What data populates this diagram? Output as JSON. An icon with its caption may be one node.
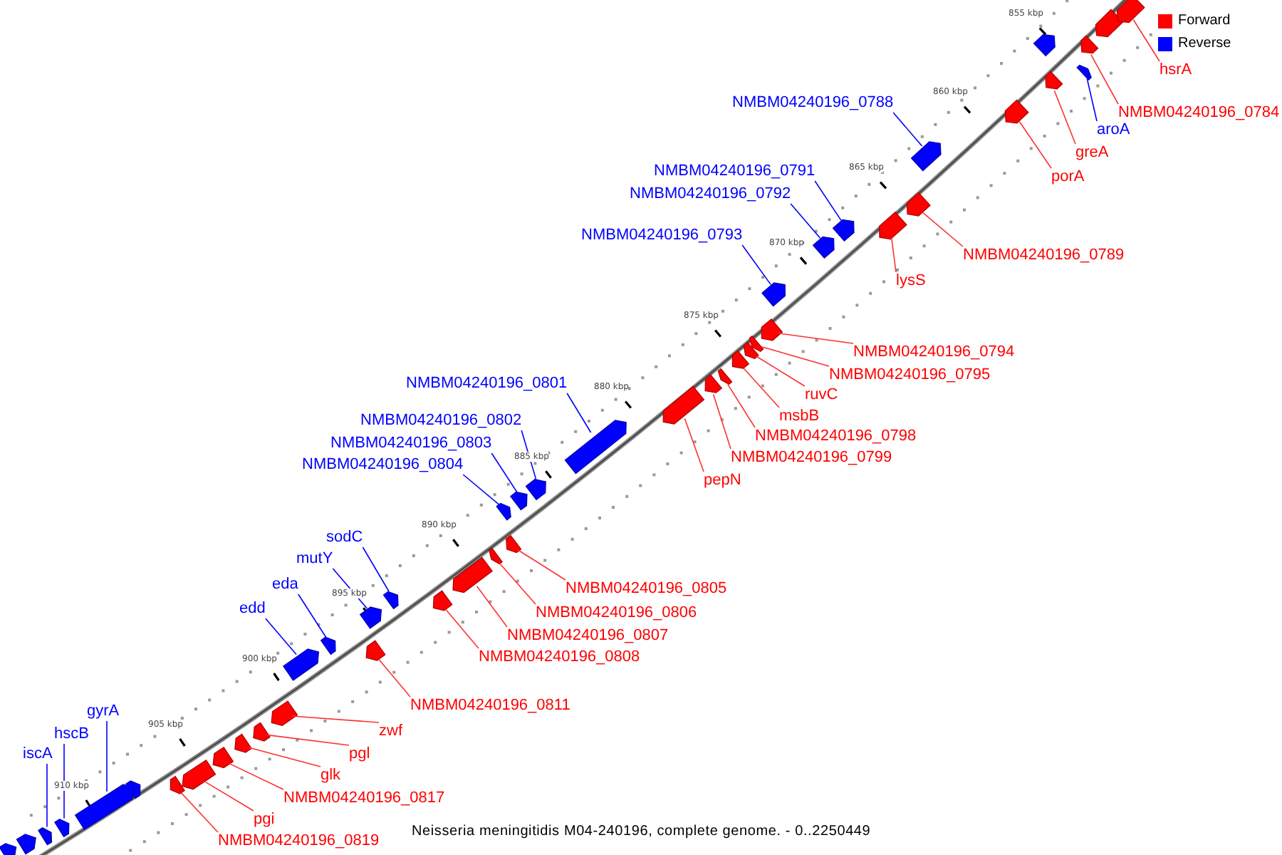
{
  "diagram": {
    "caption": "Neisseria meningitidis M04-240196, complete genome. - 0..2250449",
    "nodes": [
      {
        "text": [
          "hsrA"
        ]
      },
      {
        "text": [],
        "shape": "arrow"
      },
      {
        "text": [
          "NMBM04240196_0784"
        ]
      },
      {
        "text": [],
        "shape": "arrow"
      },
      {
        "text": [
          "NMBM04240196_0788"
        ]
      },
      {
        "text": [],
        "shape": "arrow"
      },
      {
        "text": [
          "aroA"
        ]
      },
      {
        "text": [],
        "shape": "arrow"
      },
      {
        "text": [
          "greA"
        ]
      },
      {
        "text": [],
        "shape": "arrow"
      },
      {
        "text": [
          "porA"
        ]
      },
      {
        "text": [],
        "shape": "arrow"
      },
      {
        "text": [
          "NMBM04240196_0791"
        ]
      },
      {
        "text": [],
        "shape": "arrow"
      },
      {
        "text": [
          "NMBM04240196_0792"
        ]
      },
      {
        "text": [],
        "shape": "arrow"
      },
      {
        "text": [
          "NMBM04240196_0793"
        ]
      },
      {
        "text": [],
        "shape": "arrow"
      },
      {
        "text": [
          "NMBM04240196_0789"
        ]
      },
      {
        "text": [],
        "shape": "arrow"
      },
      {
        "text": [
          "lysS"
        ]
      },
      {
        "text": [],
        "shape": "arrow"
      },
      {
        "text": [
          "NMBM04240196_0794"
        ]
      },
      {
        "text": [],
        "shape": "arrow"
      },
      {
        "text": [
          "NMBM04240196_0795"
        ]
      },
      {
        "text": [],
        "shape": "arrow"
      },
      {
        "text": [
          "ruvC"
        ]
      },
      {
        "text": [],
        "shape": "arrow"
      },
      {
        "text": [
          "NMBM04240196_0801"
        ]
      },
      {
        "text": [],
        "shape": "arrow"
      },
      {
        "text": [
          "msbB"
        ]
      },
      {
        "text": [],
        "shape": "arrow"
      },
      {
        "text": [
          "NMBM04240196_0798"
        ]
      },
      {
        "text": [],
        "shape": "arrow"
      },
      {
        "text": [
          "NMBM04240196_0802"
        ]
      },
      {
        "text": [],
        "shape": "arrow"
      },
      {
        "text": [
          "NMBM04240196_0799"
        ]
      },
      {
        "text": [],
        "shape": "arrow"
      },
      {
        "text": [
          "NMBM04240196_0803"
        ]
      },
      {
        "text": [],
        "shape": "arrow"
      },
      {
        "text": [
          "NMBM04240196_0804"
        ]
      },
      {
        "text": [],
        "shape": "arrow"
      },
      {
        "text": [
          "pepN"
        ]
      },
      {
        "text": [],
        "shape": "arrow"
      },
      {
        "text": [
          "sodC"
        ]
      },
      {
        "text": [],
        "shape": "arrow"
      },
      {
        "text": [
          "mutY"
        ]
      },
      {
        "text": [],
        "shape": "arrow"
      },
      {
        "text": [
          "NMBM04240196_0805"
        ]
      },
      {
        "text": [],
        "shape": "arrow"
      },
      {
        "text": [
          "eda"
        ]
      },
      {
        "text": [],
        "shape": "arrow"
      },
      {
        "text": [
          "NMBM04240196_0806"
        ]
      },
      {
        "text": [],
        "shape": "arrow"
      },
      {
        "text": [
          "edd"
        ]
      },
      {
        "text": [],
        "shape": "arrow"
      },
      {
        "text": [
          "NMBM04240196_0807"
        ]
      },
      {
        "text": [],
        "shape": "arrow"
      },
      {
        "text": [
          "NMBM04240196_0808"
        ]
      },
      {
        "text": [],
        "shape": "arrow"
      },
      {
        "text": [
          "NMBM04240196_0811"
        ]
      },
      {
        "text": [],
        "shape": "arrow"
      },
      {
        "text": [
          "gyrA"
        ]
      },
      {
        "text": [],
        "shape": "arrow"
      },
      {
        "text": [
          "zwf"
        ]
      },
      {
        "text": [],
        "shape": "arrow"
      },
      {
        "text": [
          "hscB"
        ]
      },
      {
        "text": [],
        "shape": "arrow"
      },
      {
        "text": [
          "pgl"
        ]
      },
      {
        "text": [],
        "shape": "arrow"
      },
      {
        "text": [
          "iscA"
        ]
      },
      {
        "text": [],
        "shape": "arrow"
      },
      {
        "text": [
          "glk"
        ]
      },
      {
        "text": [],
        "shape": "arrow"
      },
      {
        "text": [
          "NMBM04240196_0817"
        ]
      },
      {
        "text": [],
        "shape": "arrow"
      },
      {
        "text": [
          "pgi"
        ]
      },
      {
        "text": [],
        "shape": "arrow"
      },
      {
        "text": [
          "NMBM04240196_0819"
        ]
      },
      {
        "text": [],
        "shape": "arrow"
      }
    ],
    "edges": [
      {
        "from": 0,
        "to": 1,
        "arrow": "none"
      },
      {
        "from": 2,
        "to": 3,
        "arrow": "none"
      },
      {
        "from": 4,
        "to": 5,
        "arrow": "none",
        "color": "#0000ff"
      },
      {
        "from": 6,
        "to": 7,
        "arrow": "none",
        "color": "#0000ff"
      },
      {
        "from": 8,
        "to": 9,
        "arrow": "none"
      },
      {
        "from": 10,
        "to": 11,
        "arrow": "none"
      },
      {
        "from": 12,
        "to": 13,
        "arrow": "none",
        "color": "#0000ff"
      },
      {
        "from": 14,
        "to": 15,
        "arrow": "none",
        "color": "#0000ff"
      },
      {
        "from": 16,
        "to": 17,
        "arrow": "none",
        "color": "#0000ff"
      },
      {
        "from": 18,
        "to": 19,
        "arrow": "none"
      },
      {
        "from": 20,
        "to": 21,
        "arrow": "none"
      },
      {
        "from": 22,
        "to": 23,
        "arrow": "none"
      },
      {
        "from": 24,
        "to": 25,
        "arrow": "none"
      },
      {
        "from": 26,
        "to": 27,
        "arrow": "none"
      },
      {
        "from": 28,
        "to": 29,
        "arrow": "none",
        "color": "#0000ff"
      },
      {
        "from": 30,
        "to": 31,
        "arrow": "none"
      },
      {
        "from": 32,
        "to": 33,
        "arrow": "none"
      },
      {
        "from": 34,
        "to": 35,
        "arrow": "none",
        "color": "#0000ff"
      },
      {
        "from": 36,
        "to": 37,
        "arrow": "none"
      },
      {
        "from": 38,
        "to": 39,
        "arrow": "none",
        "color": "#0000ff"
      },
      {
        "from": 40,
        "to": 41,
        "arrow": "none",
        "color": "#0000ff"
      },
      {
        "from": 42,
        "to": 43,
        "arrow": "none"
      },
      {
        "from": 44,
        "to": 45,
        "arrow": "none",
        "color": "#0000ff"
      },
      {
        "from": 46,
        "to": 47,
        "arrow": "none",
        "color": "#0000ff"
      },
      {
        "from": 48,
        "to": 49,
        "arrow": "none"
      },
      {
        "from": 50,
        "to": 51,
        "arrow": "none",
        "color": "#0000ff"
      },
      {
        "from": 52,
        "to": 53,
        "arrow": "none"
      },
      {
        "from": 54,
        "to": 55,
        "arrow": "none",
        "color": "#0000ff"
      },
      {
        "from": 56,
        "to": 57,
        "arrow": "none"
      },
      {
        "from": 58,
        "to": 59,
        "arrow": "none"
      },
      {
        "from": 60,
        "to": 61,
        "arrow": "none"
      },
      {
        "from": 62,
        "to": 63,
        "arrow": "none",
        "color": "#0000ff"
      },
      {
        "from": 64,
        "to": 65,
        "arrow": "none"
      },
      {
        "from": 66,
        "to": 67,
        "arrow": "none",
        "color": "#0000ff"
      },
      {
        "from": 68,
        "to": 69,
        "arrow": "none"
      },
      {
        "from": 70,
        "to": 71,
        "arrow": "none",
        "color": "#0000ff"
      },
      {
        "from": 72,
        "to": 73,
        "arrow": "none"
      },
      {
        "from": 74,
        "to": 75,
        "arrow": "none"
      },
      {
        "from": 76,
        "to": 77,
        "arrow": "none"
      },
      {
        "from": 78,
        "to": 79,
        "arrow": "none"
      }
    ],
    "labels": [
      "855 kbp",
      "860 kbp",
      "865 kbp",
      "870 kbp",
      "875 kbp",
      "880 kbp",
      "885 kbp",
      "890 kbp",
      "895 kbp",
      "900 kbp",
      "905 kbp",
      "910 kbp"
    ],
    "legend": [
      {
        "text": "Forward",
        "color": "#ff0000"
      },
      {
        "text": "Reverse",
        "color": "#0000ff"
      }
    ]
  }
}
